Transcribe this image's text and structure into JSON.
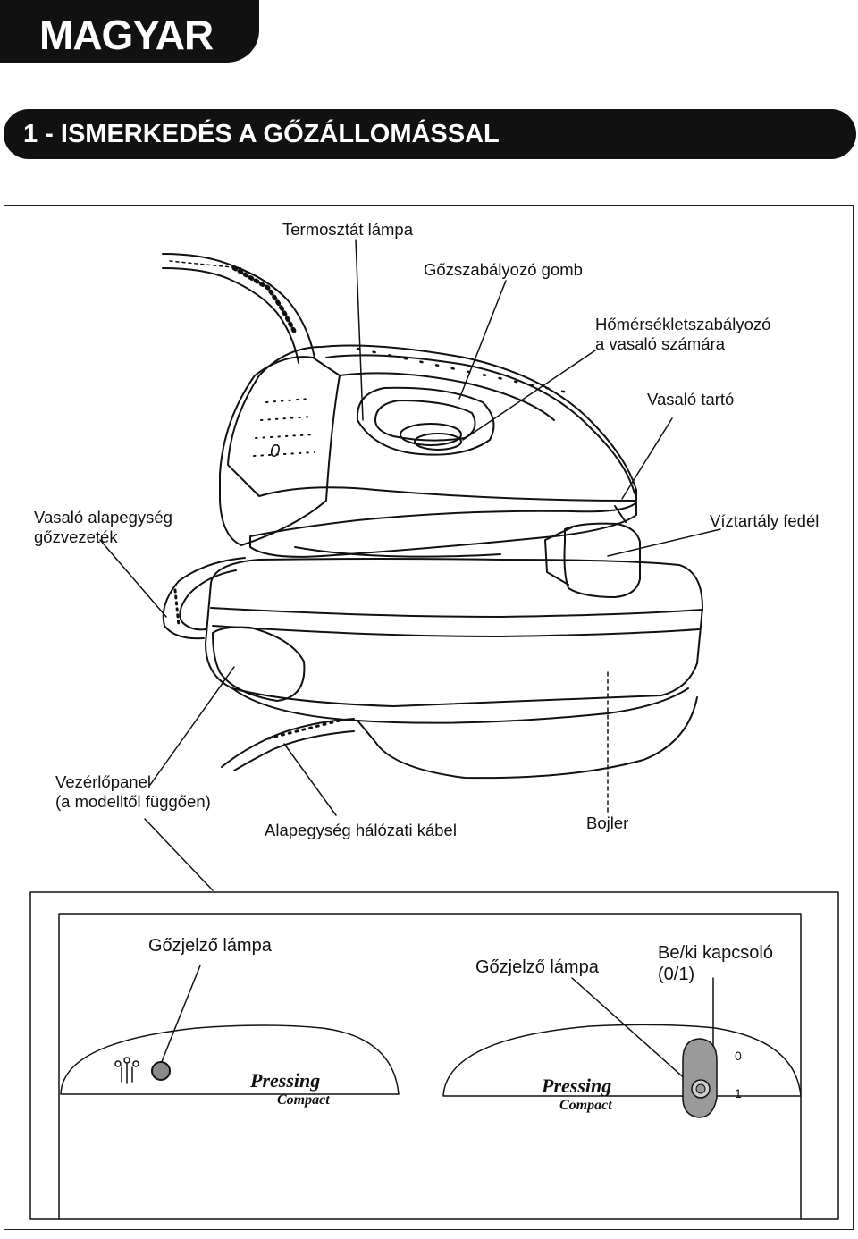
{
  "header": {
    "language": "MAGYAR"
  },
  "section": {
    "title": "1 - ISMERKEDÉS A GŐZÁLLOMÁSSAL"
  },
  "callouts": {
    "thermostat_lamp": "Termosztát lámpa",
    "steam_knob": "Gőzszabályozó gomb",
    "temp_control_line1": "Hőmérsékletszabályozó",
    "temp_control_line2": "a vasaló számára",
    "iron_rest": "Vasaló tartó",
    "steam_cord_line1": "Vasaló alapegység",
    "steam_cord_line2": "gőzvezeték",
    "tank_cap": "Víztartály fedél",
    "control_panel_line1": "Vezérlőpanel",
    "control_panel_line2": "(a modelltől függően)",
    "power_cord": "Alapegység hálózati kábel",
    "boiler": "Bojler"
  },
  "iron_dial": {
    "mark": "0"
  },
  "panels": {
    "left": {
      "label": "Gőzjelző lámpa",
      "brand_line1": "Pressing",
      "brand_line2": "Compact"
    },
    "right": {
      "label": "Gőzjelző lámpa",
      "switch_label_line1": "Be/ki kapcsoló",
      "switch_label_line2": "(0/1)",
      "brand_line1": "Pressing",
      "brand_line2": "Compact",
      "switch_off": "0",
      "switch_on": "1"
    }
  },
  "colors": {
    "ink": "#111111",
    "lamp": "#8a8a8a",
    "switch": "#9a9a9a"
  }
}
